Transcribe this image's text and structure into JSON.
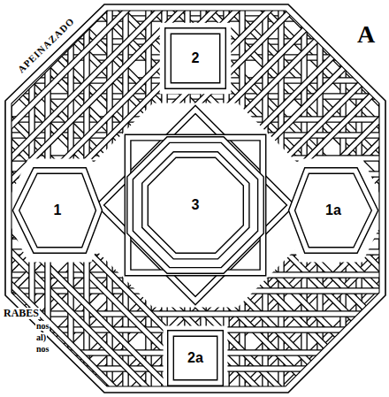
{
  "diagram": {
    "nodes": [
      {
        "text": [
          "APEINAZADO"
        ]
      },
      {
        "text": [
          "2"
        ],
        "in": 0
      },
      {
        "text": [
          "1"
        ],
        "in": 0
      },
      {
        "text": [
          "3"
        ],
        "in": 0
      },
      {
        "text": [
          "1a"
        ],
        "in": 0
      },
      {
        "text": [
          "2a"
        ],
        "in": 0
      }
    ],
    "labels": [
      "A",
      "RABES",
      "nos",
      "al)",
      "nos"
    ]
  }
}
